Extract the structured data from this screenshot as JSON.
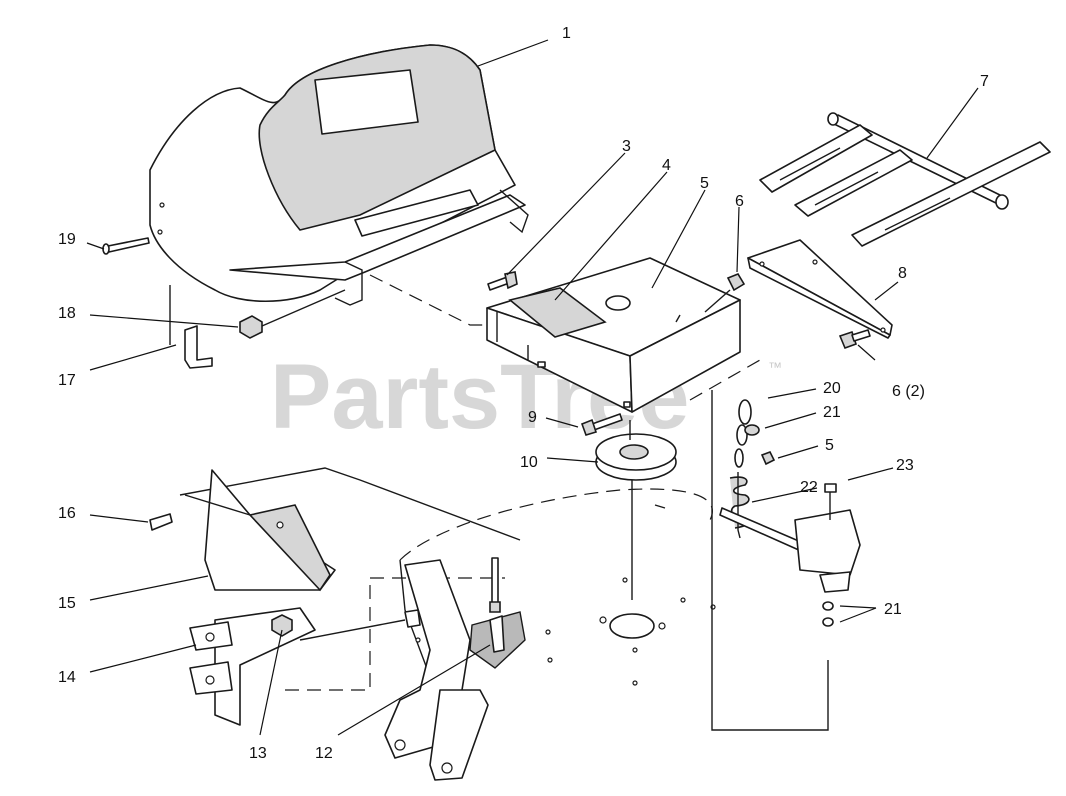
{
  "watermark": {
    "text": "PartsTree",
    "trademark": "™"
  },
  "callouts": {
    "c1": "1",
    "c3": "3",
    "c4": "4",
    "c5a": "5",
    "c5b": "5",
    "c6a": "6",
    "c6b": "6 (2)",
    "c7": "7",
    "c8": "8",
    "c9": "9",
    "c10": "10",
    "c12": "12",
    "c13": "13",
    "c14": "14",
    "c15": "15",
    "c16": "16",
    "c17": "17",
    "c18": "18",
    "c19": "19",
    "c20": "20",
    "c21a": "21",
    "c21b": "21",
    "c22": "22",
    "c23": "23"
  }
}
